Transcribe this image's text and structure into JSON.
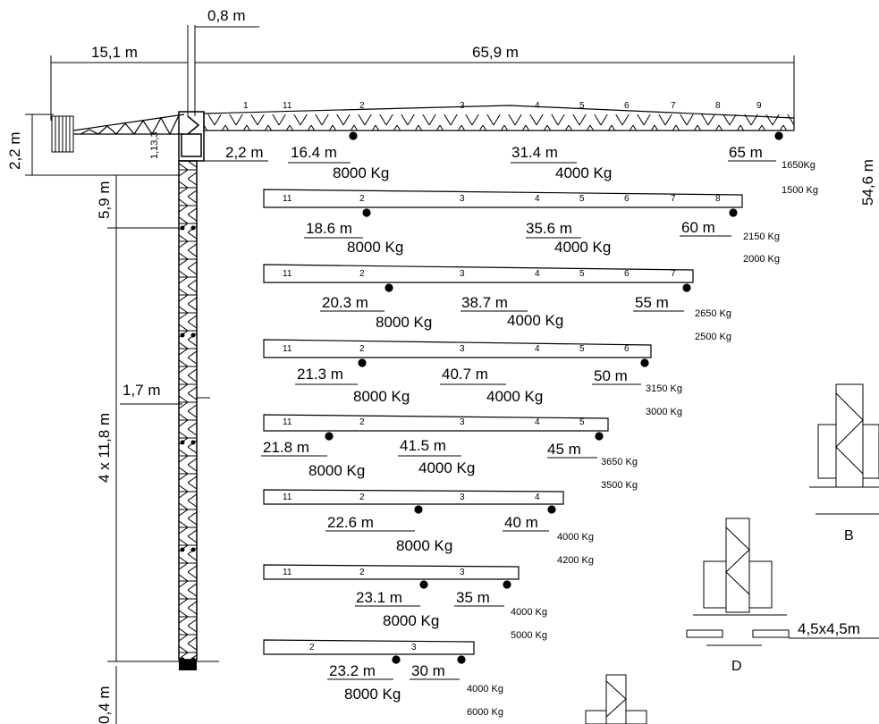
{
  "top_dims": {
    "mast_width": "0,8 m",
    "counter_jib": "15,1 m",
    "jib_length": "65,9 m"
  },
  "side_dims": {
    "counter_jib_height": "2,2 m",
    "top_section": "5,9 m",
    "mast_sections": "4 x 11,8 m",
    "base": "0,4 m",
    "total_height": "54,6 m"
  },
  "small_dims": {
    "cab_offset": "1,13,3",
    "mast_width_side": "1,7 m",
    "cab_width": "2,2 m"
  },
  "main_jib": {
    "segments": [
      "1",
      "11",
      "2",
      "3",
      "4",
      "5",
      "6",
      "7",
      "8",
      "9"
    ],
    "r1": "16.4 m",
    "r2": "31.4 m",
    "r_tip": "65 m",
    "load1": "8000 Kg",
    "load2": "4000 Kg",
    "tip1": "1650Kg",
    "tip2": "1500 Kg"
  },
  "jibs": [
    {
      "segments": [
        "11",
        "2",
        "3",
        "4",
        "5",
        "6",
        "7",
        "8"
      ],
      "r1": "18.6 m",
      "r2": "35.6 m",
      "r_tip": "60 m",
      "load1": "8000 Kg",
      "load2": "4000 Kg",
      "tip1": "2150 Kg",
      "tip2": "2000 Kg"
    },
    {
      "segments": [
        "11",
        "2",
        "3",
        "4",
        "5",
        "6",
        "7"
      ],
      "r1": "20.3 m",
      "r2": "38.7 m",
      "r_tip": "55 m",
      "load1": "8000 Kg",
      "load2": "4000 Kg",
      "tip1": "2650 Kg",
      "tip2": "2500 Kg"
    },
    {
      "segments": [
        "11",
        "2",
        "3",
        "4",
        "5",
        "6"
      ],
      "r1": "21.3 m",
      "r2": "40.7 m",
      "r_tip": "50 m",
      "load1": "8000 Kg",
      "load2": "4000 Kg",
      "tip1": "3150 Kg",
      "tip2": "3000 Kg"
    },
    {
      "segments": [
        "11",
        "2",
        "3",
        "4",
        "5"
      ],
      "r1": "21.8 m",
      "r2": "41.5 m",
      "r_tip": "45 m",
      "load1": "8000 Kg",
      "load2": "4000 Kg",
      "tip1": "3650 Kg",
      "tip2": "3500 Kg"
    },
    {
      "segments": [
        "11",
        "2",
        "3",
        "4"
      ],
      "r1": "22.6 m",
      "r_tip": "40 m",
      "load1": "8000 Kg",
      "tip1": "4000 Kg",
      "tip2": "4200 Kg"
    },
    {
      "segments": [
        "11",
        "2",
        "3"
      ],
      "r1": "23.1 m",
      "r_tip": "35 m",
      "load1": "8000 Kg",
      "tip1": "4000 Kg",
      "tip2": "5000 Kg"
    },
    {
      "segments": [
        "2",
        "3"
      ],
      "r1": "23.2 m",
      "r_tip": "30 m",
      "load1": "8000 Kg",
      "tip1": "4000 Kg",
      "tip2": "6000 Kg"
    }
  ],
  "bases": {
    "b_label": "B",
    "d_label": "D",
    "d_dim": "4,5x4,5m"
  }
}
